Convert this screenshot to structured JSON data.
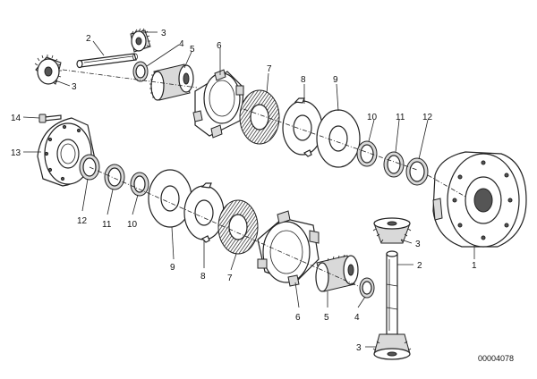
{
  "drawing": {
    "reference_number": "00004078"
  },
  "callouts": [
    {
      "id": "c-2-top",
      "text": "2"
    },
    {
      "id": "c-3-top-right",
      "text": "3"
    },
    {
      "id": "c-3-top-left",
      "text": "3"
    },
    {
      "id": "c-4-top",
      "text": "4"
    },
    {
      "id": "c-5-top",
      "text": "5"
    },
    {
      "id": "c-6-top",
      "text": "6"
    },
    {
      "id": "c-7-top",
      "text": "7"
    },
    {
      "id": "c-8-top",
      "text": "8"
    },
    {
      "id": "c-9-top",
      "text": "9"
    },
    {
      "id": "c-10-top",
      "text": "10"
    },
    {
      "id": "c-11-top",
      "text": "11"
    },
    {
      "id": "c-12-top",
      "text": "12"
    },
    {
      "id": "c-14",
      "text": "14"
    },
    {
      "id": "c-13",
      "text": "13"
    },
    {
      "id": "c-12-bottom",
      "text": "12"
    },
    {
      "id": "c-11-bottom",
      "text": "11"
    },
    {
      "id": "c-10-bottom",
      "text": "10"
    },
    {
      "id": "c-9-bottom",
      "text": "9"
    },
    {
      "id": "c-8-bottom",
      "text": "8"
    },
    {
      "id": "c-7-bottom",
      "text": "7"
    },
    {
      "id": "c-6-bottom",
      "text": "6"
    },
    {
      "id": "c-5-bottom",
      "text": "5"
    },
    {
      "id": "c-4-bottom",
      "text": "4"
    },
    {
      "id": "c-3-bottom-right",
      "text": "3"
    },
    {
      "id": "c-2-bottom",
      "text": "2"
    },
    {
      "id": "c-3-bottom",
      "text": "3"
    },
    {
      "id": "c-1",
      "text": "1"
    }
  ]
}
